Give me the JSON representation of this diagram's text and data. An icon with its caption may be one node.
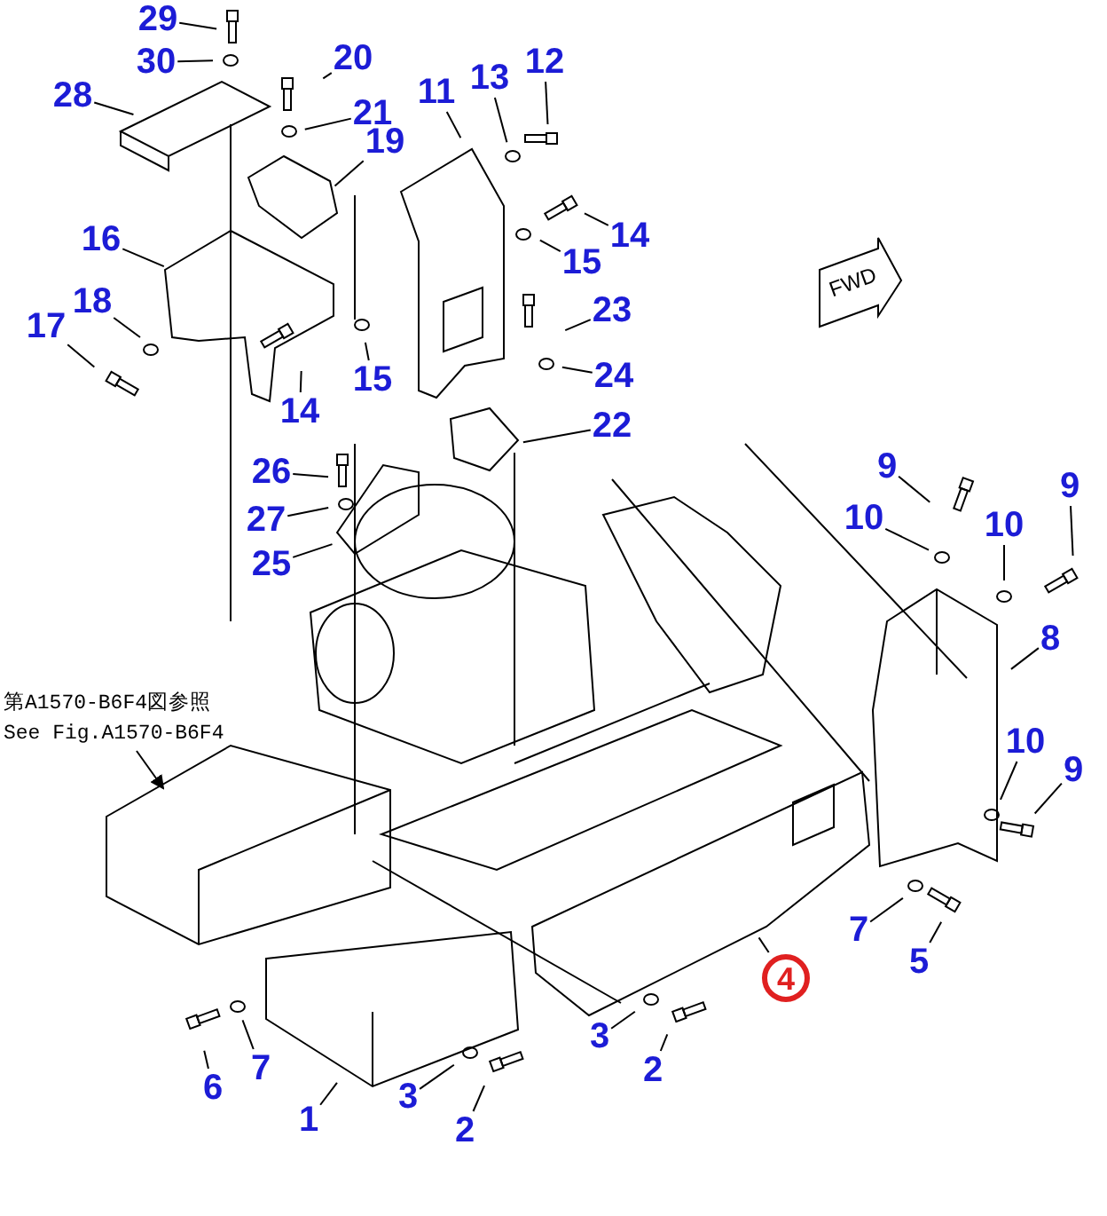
{
  "diagram": {
    "nodes": [
      {
        "text": [
          "29"
        ]
      },
      {
        "text": [
          "30"
        ]
      },
      {
        "text": [
          "20"
        ]
      },
      {
        "text": [
          "21"
        ]
      },
      {
        "text": [
          "12"
        ]
      },
      {
        "text": [
          "11"
        ]
      },
      {
        "text": [
          "13"
        ]
      },
      {
        "text": [
          "28"
        ]
      },
      {
        "text": [
          "19"
        ]
      },
      {
        "text": [
          "14"
        ]
      },
      {
        "text": [
          "16"
        ]
      },
      {
        "text": [
          "15"
        ]
      },
      {
        "text": [
          "18"
        ]
      },
      {
        "text": [
          "23"
        ]
      },
      {
        "text": [
          "17"
        ]
      },
      {
        "text": [
          "15"
        ]
      },
      {
        "text": [
          "24"
        ]
      },
      {
        "text": [
          "14"
        ]
      },
      {
        "text": [
          "22"
        ]
      },
      {
        "text": [
          "26"
        ]
      },
      {
        "text": [
          "9"
        ]
      },
      {
        "text": [
          "9"
        ]
      },
      {
        "text": [
          "27"
        ]
      },
      {
        "text": [
          "10"
        ]
      },
      {
        "text": [
          "10"
        ]
      },
      {
        "text": [
          "25"
        ]
      },
      {
        "text": [
          "8"
        ]
      },
      {
        "text": [
          "第A1570-B6F4図参照",
          "See Fig.A1570-B6F4"
        ]
      },
      {
        "text": [
          "10"
        ]
      },
      {
        "text": [
          "9"
        ]
      },
      {
        "text": [
          "7"
        ]
      },
      {
        "text": [
          "5"
        ]
      },
      {
        "text": [],
        "shape": "circle"
      },
      {
        "text": [
          "4"
        ],
        "in": 32
      },
      {
        "text": [
          "3"
        ]
      },
      {
        "text": [
          "7"
        ]
      },
      {
        "text": [
          "2"
        ]
      },
      {
        "text": [
          "6"
        ]
      },
      {
        "text": [
          "3"
        ]
      },
      {
        "text": [
          "1"
        ]
      },
      {
        "text": [
          "2"
        ]
      }
    ],
    "edges": [
      {
        "from": 0,
        "to": null,
        "arrow": "none"
      },
      {
        "from": 1,
        "to": null,
        "arrow": "none"
      },
      {
        "from": 2,
        "to": null,
        "arrow": "none"
      },
      {
        "from": 3,
        "to": null,
        "arrow": "none"
      },
      {
        "from": 4,
        "to": null,
        "arrow": "none"
      },
      {
        "from": 5,
        "to": null,
        "arrow": "none"
      },
      {
        "from": 6,
        "to": null,
        "arrow": "none"
      },
      {
        "from": 7,
        "to": null,
        "arrow": "none"
      },
      {
        "from": 8,
        "to": null,
        "arrow": "none"
      },
      {
        "from": 9,
        "to": null,
        "arrow": "none"
      },
      {
        "from": 10,
        "to": null,
        "arrow": "none"
      },
      {
        "from": 11,
        "to": null,
        "arrow": "none"
      },
      {
        "from": 12,
        "to": null,
        "arrow": "none"
      },
      {
        "from": 13,
        "to": null,
        "arrow": "none"
      },
      {
        "from": 14,
        "to": null,
        "arrow": "none"
      },
      {
        "from": 15,
        "to": null,
        "arrow": "none"
      },
      {
        "from": 16,
        "to": null,
        "arrow": "none"
      },
      {
        "from": 17,
        "to": null,
        "arrow": "none"
      },
      {
        "from": 18,
        "to": null,
        "arrow": "none"
      },
      {
        "from": 19,
        "to": null,
        "arrow": "none"
      },
      {
        "from": 20,
        "to": null,
        "arrow": "none"
      },
      {
        "from": 21,
        "to": null,
        "arrow": "none"
      },
      {
        "from": 22,
        "to": null,
        "arrow": "none"
      },
      {
        "from": 23,
        "to": null,
        "arrow": "none"
      },
      {
        "from": 24,
        "to": null,
        "arrow": "none"
      },
      {
        "from": 25,
        "to": null,
        "arrow": "none"
      },
      {
        "from": 26,
        "to": null,
        "arrow": "none"
      },
      {
        "from": 27,
        "to": null,
        "arrow": "to"
      },
      {
        "from": 28,
        "to": null,
        "arrow": "none"
      },
      {
        "from": 29,
        "to": null,
        "arrow": "none"
      },
      {
        "from": 30,
        "to": null,
        "arrow": "none"
      },
      {
        "from": 31,
        "to": null,
        "arrow": "none"
      },
      {
        "from": 33,
        "to": null,
        "arrow": "none"
      },
      {
        "from": 34,
        "to": null,
        "arrow": "none"
      },
      {
        "from": 35,
        "to": null,
        "arrow": "none"
      },
      {
        "from": 36,
        "to": null,
        "arrow": "none"
      },
      {
        "from": 37,
        "to": null,
        "arrow": "none"
      },
      {
        "from": 38,
        "to": null,
        "arrow": "none"
      },
      {
        "from": 39,
        "to": null,
        "arrow": "none"
      },
      {
        "from": 40,
        "to": null,
        "arrow": "none"
      }
    ],
    "labels": [
      "FWD"
    ]
  }
}
